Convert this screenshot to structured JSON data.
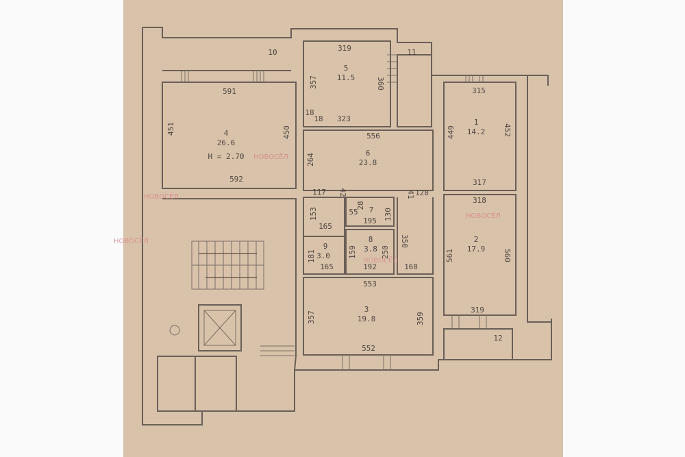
{
  "plan": {
    "ceiling_height": "Н = 2.70",
    "watermark": "НОВОСЁЛ",
    "rooms": [
      {
        "id": "1",
        "area": "14.2"
      },
      {
        "id": "2",
        "area": "17.9"
      },
      {
        "id": "3",
        "area": "19.8"
      },
      {
        "id": "4",
        "area": "26.6"
      },
      {
        "id": "5",
        "area": "11.5"
      },
      {
        "id": "6",
        "area": "23.8"
      },
      {
        "id": "7",
        "area": ""
      },
      {
        "id": "8",
        "area": "3.8"
      },
      {
        "id": "9",
        "area": "3.0"
      },
      {
        "id": "10",
        "area": ""
      },
      {
        "id": "11",
        "area": ""
      },
      {
        "id": "12",
        "area": ""
      }
    ],
    "dimensions": {
      "r4_top": "591",
      "r4_bottom": "592",
      "r4_left": "451",
      "r4_right": "450",
      "r5_top": "319",
      "r5_left": "357",
      "r5_right": "360",
      "r5_bottom": "323",
      "r5_n1": "18",
      "r5_n2": "18",
      "r6_top": "556",
      "r6_left": "264",
      "r1_top": "315",
      "r1_left": "449",
      "r1_right": "452",
      "r1_bottom": "317",
      "r2_top": "318",
      "r2_left": "561",
      "r2_right": "560",
      "r2_bottom": "319",
      "c_117": "117",
      "c_42": "42",
      "c_41": "41",
      "c_128": "128",
      "c_153": "153",
      "c_165a": "165",
      "r7_28": "28",
      "r7_55": "55",
      "r7_195": "195",
      "r7_130": "130",
      "c_350": "350",
      "r9_181": "181",
      "r9_165": "165",
      "r8_159": "159",
      "r8_250": "250",
      "r8_192": "192",
      "c_160": "160",
      "r3_top": "553",
      "r3_left": "357",
      "r3_right": "359",
      "r3_bottom": "552"
    }
  }
}
